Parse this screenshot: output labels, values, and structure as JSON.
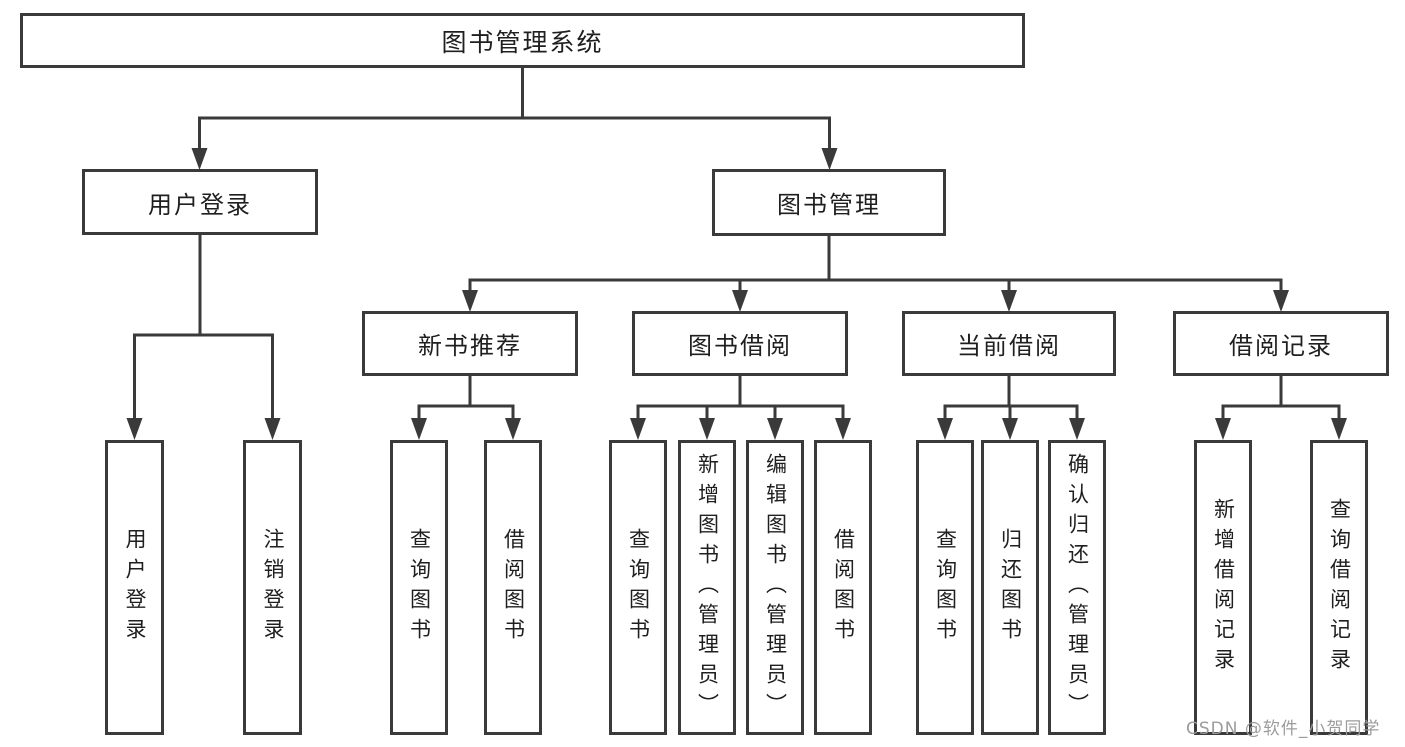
{
  "diagram_type": "hierarchy-tree",
  "colors": {
    "line": "#3a3a3a",
    "box_border": "#3a3a3a",
    "text": "#1f1f1f",
    "watermark": "#9c9c9c",
    "background": "#ffffff"
  },
  "watermark": {
    "text": "CSDN @软件_小贺同学"
  },
  "tree": {
    "label": "图书管理系统",
    "children": [
      {
        "label": "用户登录",
        "children": [
          {
            "label": "用户登录"
          },
          {
            "label": "注销登录"
          }
        ]
      },
      {
        "label": "图书管理",
        "children": [
          {
            "label": "新书推荐",
            "children": [
              {
                "label": "查询图书"
              },
              {
                "label": "借阅图书"
              }
            ]
          },
          {
            "label": "图书借阅",
            "children": [
              {
                "label": "查询图书"
              },
              {
                "label": "新增图书（管理员）"
              },
              {
                "label": "编辑图书（管理员）"
              },
              {
                "label": "借阅图书"
              }
            ]
          },
          {
            "label": "当前借阅",
            "children": [
              {
                "label": "查询图书"
              },
              {
                "label": "归还图书"
              },
              {
                "label": "确认归还（管理员）"
              }
            ]
          },
          {
            "label": "借阅记录",
            "children": [
              {
                "label": "新增借阅记录"
              },
              {
                "label": "查询借阅记录"
              }
            ]
          }
        ]
      }
    ]
  }
}
